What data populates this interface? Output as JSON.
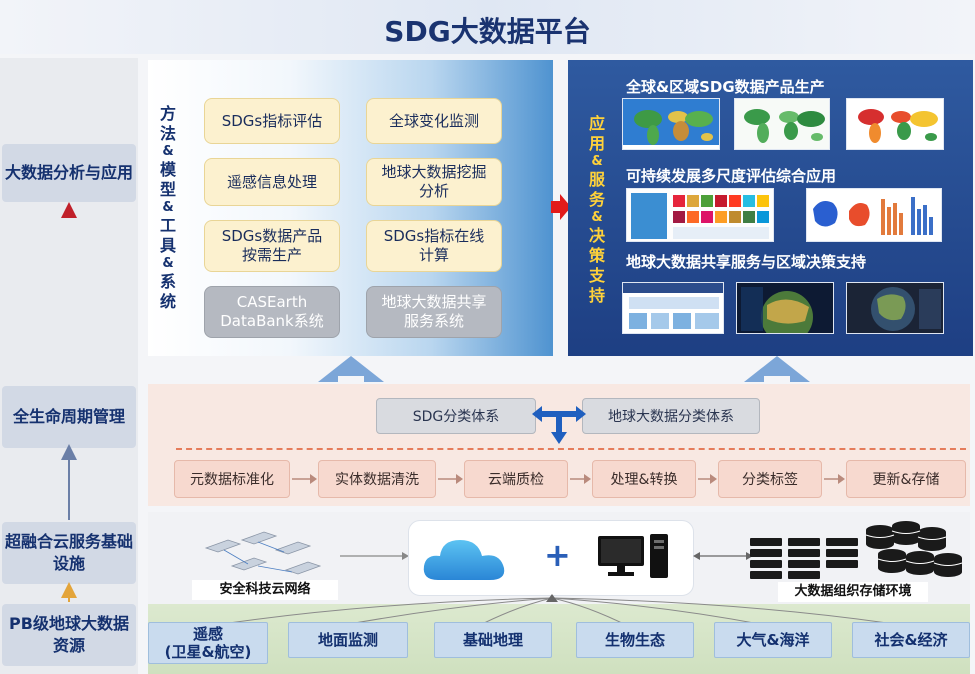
{
  "title": "SDG大数据平台",
  "layers": [
    {
      "label": "大数据分析与应用"
    },
    {
      "label": "全生命周期管理"
    },
    {
      "label": "超融合云服务基础设施"
    },
    {
      "label": "PB级地球大数据资源"
    }
  ],
  "methods": {
    "title_chars": [
      "方",
      "法",
      "&",
      "模",
      "型",
      "&",
      "工",
      "具",
      "&",
      "系",
      "统"
    ],
    "boxes": [
      {
        "label": "SDGs指标评估"
      },
      {
        "label": "全球变化监测"
      },
      {
        "label": "遥感信息处理"
      },
      {
        "label": "地球大数据挖掘分析"
      },
      {
        "label": "SDGs数据产品按需生产"
      },
      {
        "label": "SDGs指标在线计算"
      }
    ],
    "systems": [
      {
        "label": "CASEarth DataBank系统"
      },
      {
        "label": "地球大数据共享服务系统"
      }
    ]
  },
  "applications": {
    "title_chars": [
      "应",
      "用",
      "&",
      "服",
      "务",
      "&",
      "决",
      "策",
      "支",
      "持"
    ],
    "rows": [
      {
        "title": "全球&区域SDG数据产品生产"
      },
      {
        "title": "可持续发展多尺度评估综合应用"
      },
      {
        "title": "地球大数据共享服务与区域决策支持"
      }
    ]
  },
  "classification": {
    "systems": [
      {
        "label": "SDG分类体系"
      },
      {
        "label": "地球大数据分类体系"
      }
    ],
    "steps": [
      {
        "label": "元数据标准化"
      },
      {
        "label": "实体数据清洗"
      },
      {
        "label": "云端质检"
      },
      {
        "label": "处理&转换"
      },
      {
        "label": "分类标签"
      },
      {
        "label": "更新&存储"
      }
    ]
  },
  "infrastructure": {
    "network_label": "安全科技云网络",
    "storage_label": "大数据组织存储环境",
    "plus": "+"
  },
  "resources": [
    {
      "label": "遥感\n(卫星&航空)"
    },
    {
      "label": "地面监测"
    },
    {
      "label": "基础地理"
    },
    {
      "label": "生物生态"
    },
    {
      "label": "大气&海洋"
    },
    {
      "label": "社会&经济"
    }
  ],
  "colors": {
    "title": "#1a3370",
    "accent_yellow": "#ffd23a",
    "red_arrow": "#e21b1b",
    "process_arrow": "#1f5fbf"
  }
}
